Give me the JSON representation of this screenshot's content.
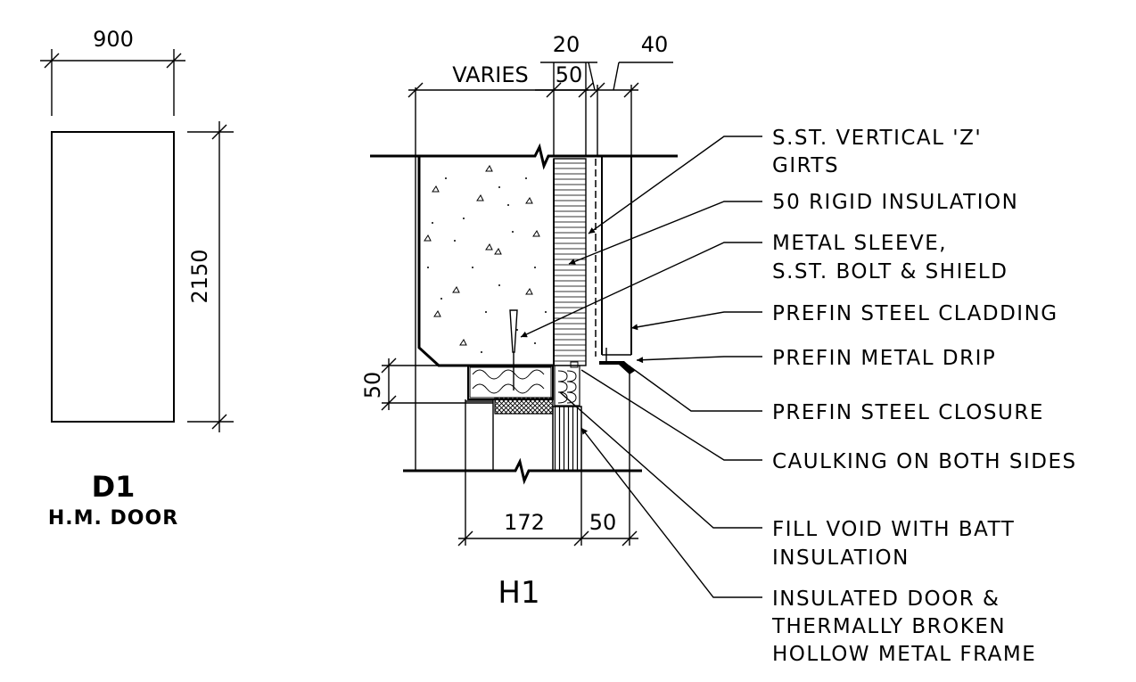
{
  "door_elevation": {
    "width_dim": "900",
    "height_dim": "2150",
    "tag": "D1",
    "type": "H.M. DOOR"
  },
  "section": {
    "tag": "H1",
    "dims": {
      "varies": "VARIES",
      "top_50": "50",
      "top_20": "20",
      "top_40": "40",
      "left_50": "50",
      "bottom_172": "172",
      "bottom_50": "50"
    },
    "notes": [
      [
        "S.ST. VERTICAL 'Z'",
        "GIRTS"
      ],
      [
        "50 RIGID INSULATION"
      ],
      [
        "METAL SLEEVE,",
        "S.ST. BOLT & SHIELD"
      ],
      [
        "PREFIN STEEL CLADDING"
      ],
      [
        "PREFIN METAL DRIP"
      ],
      [
        "PREFIN STEEL CLOSURE"
      ],
      [
        "CAULKING ON BOTH SIDES"
      ],
      [
        "FILL VOID WITH BATT",
        "INSULATION"
      ],
      [
        "INSULATED DOOR &",
        "THERMALLY BROKEN",
        "HOLLOW METAL FRAME"
      ]
    ]
  }
}
